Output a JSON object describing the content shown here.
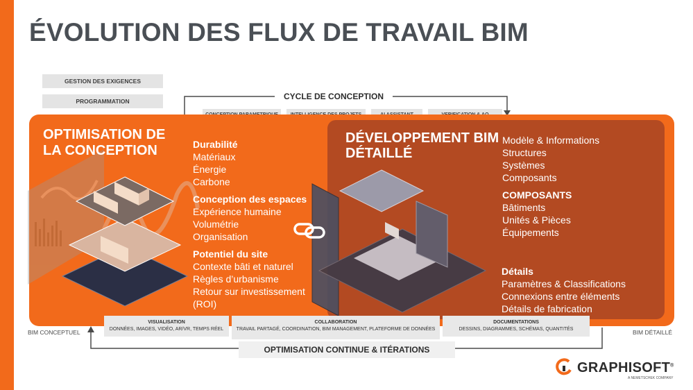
{
  "title": "ÉVOLUTION DES FLUX DE TRAVAIL BIM",
  "top_tags": [
    "GESTION DES EXIGENCES",
    "PROGRAMMATION"
  ],
  "cycle": {
    "label": "CYCLE DE CONCEPTION",
    "items": [
      "CONCEPTION PARAMETRIQUE",
      "INTELLIGENCE DES PROJETS",
      "AI ASSISTANT",
      "VERIFICATION & AQ"
    ]
  },
  "optimisation": {
    "title_line1": "OPTIMISATION DE",
    "title_line2": "LA CONCEPTION",
    "groups": [
      {
        "heading": "Durabilité",
        "items": [
          "Matériaux",
          "Énergie",
          "Carbone"
        ]
      },
      {
        "heading": "Conception des espaces",
        "items": [
          "Expérience humaine",
          "Volumétrie",
          "Organisation"
        ]
      },
      {
        "heading": "Potentiel du site",
        "items": [
          "Contexte bâti et naturel",
          "Règles d’urbanisme",
          "Retour sur investissement",
          "(ROI)"
        ]
      }
    ]
  },
  "developpement": {
    "title_line1": "DÉVELOPPEMENT BIM",
    "title_line2": "DÉTAILLÉ",
    "groups": [
      {
        "heading": "Modèle & Informations",
        "heading_bold": false,
        "items": [
          "Structures",
          "Systèmes",
          "Composants"
        ]
      },
      {
        "heading": "COMPOSANTS",
        "heading_bold": true,
        "items": [
          "Bâtiments",
          "Unités & Pièces",
          "Équipements"
        ]
      },
      {
        "heading": "Détails",
        "heading_bold": true,
        "items": [
          "Paramètres & Classifications",
          "Connexions entre éléments",
          "Détails de fabrication"
        ]
      }
    ]
  },
  "bottom": [
    {
      "title": "VISUALISATION",
      "desc": "DONNÉES, IMAGES, VIDÉO, AR/VR, TEMPS RÉEL"
    },
    {
      "title": "COLLABORATION",
      "desc": "TRAVAIL PARTAGÉ, COORDINATION, BIM MANAGEMENT, PLATEFORME DE DONNÉES"
    },
    {
      "title": "DOCUMENTATIONS",
      "desc": "DESSINS, DIAGRAMMES, SCHÉMAS, QUANTITÉS"
    }
  ],
  "loop_label": "OPTIMISATION CONTINUE & ITÉRATIONS",
  "left_label": "BIM CONCEPTUEL",
  "right_label": "BIM DÉTAILLÉ",
  "logo": {
    "word": "GRAPHISOFT",
    "tagline": "A NEMETSCHEK COMPANY",
    "registered": "®"
  },
  "colors": {
    "accent": "#f26a1b",
    "dark_panel": "#b34a22",
    "title": "#4a4f55",
    "chip": "#e4e4e4"
  }
}
